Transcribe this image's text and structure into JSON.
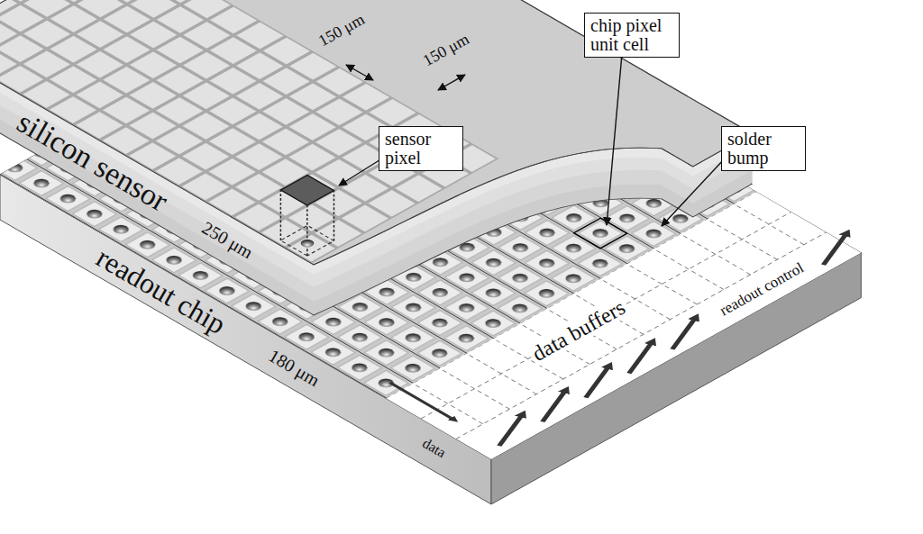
{
  "diagram": {
    "nodes": [
      {
        "text": [
          "sensor pixel"
        ]
      },
      {
        "text": [
          "chip pixel unit cell"
        ]
      },
      {
        "text": [
          "solder bump"
        ]
      }
    ],
    "labels": [
      "150 μm",
      "150 μm",
      "silicon sensor",
      "250 μm",
      "readout chip",
      "180 μm",
      "data buffers",
      "readout control",
      "data"
    ]
  }
}
